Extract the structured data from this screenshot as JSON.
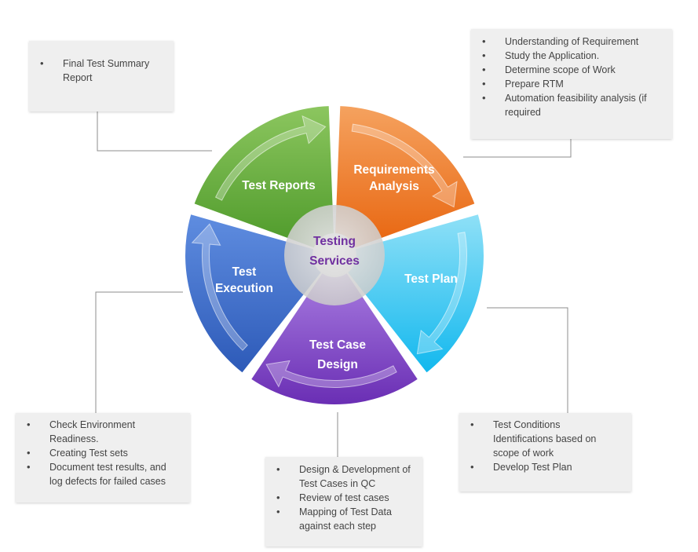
{
  "center": {
    "line1": "Testing",
    "line2": "Services"
  },
  "segments": {
    "requirements": {
      "line1": "Requirements",
      "line2": "Analysis",
      "color": "#f07a1e"
    },
    "test_plan": {
      "line1": "Test Plan",
      "color": "#1fc3f3"
    },
    "test_case_design": {
      "line1": "Test Case",
      "line2": "Design",
      "color": "#7b3fc2"
    },
    "test_execution": {
      "line1": "Test",
      "line2": "Execution",
      "color": "#3f6fd0"
    },
    "test_reports": {
      "line1": "Test Reports",
      "color": "#6aab3a"
    }
  },
  "notes": {
    "reports": [
      "Final Test Summary Report"
    ],
    "requirements": [
      "Understanding of Requirement",
      "Study the Application.",
      "Determine scope of Work",
      "Prepare RTM",
      "Automation feasibility analysis (if required"
    ],
    "plan": [
      "Test Conditions Identifications based on scope of work",
      "Develop Test Plan"
    ],
    "design": [
      "Design & Development of Test Cases in QC",
      "Review of test cases",
      "Mapping of Test Data against each step"
    ],
    "execution": [
      "Check Environment Readiness.",
      "Creating Test sets",
      "Document test results, and log defects for failed cases"
    ]
  }
}
